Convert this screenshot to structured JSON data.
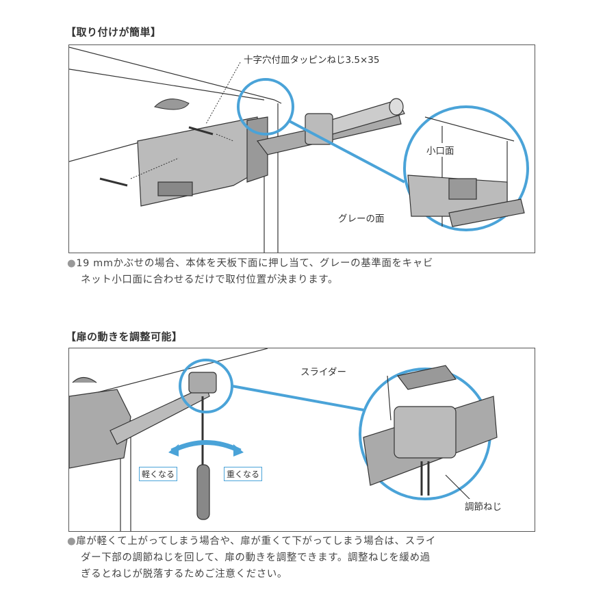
{
  "section1": {
    "heading": "【取り付けが簡単】",
    "labels": {
      "screw": "十字穴付皿タッピンねじ3.5×35",
      "edge_face": "小口面",
      "gray_face": "グレーの面"
    },
    "note_line1": "19 mmかぶせの場合、本体を天板下面に押し当て、グレーの基準面をキャビ",
    "note_line2": "ネット小口面に合わせるだけで取付位置が決まります。"
  },
  "section2": {
    "heading": "【扉の動きを調整可能】",
    "labels": {
      "slider": "スライダー",
      "lighter": "軽くなる",
      "heavier": "重くなる",
      "adjust_screw": "調節ねじ"
    },
    "note_line1": "扉が軽くて上がってしまう場合や、扉が重くて下がってしまう場合は、スライ",
    "note_line2": "ダー下部の調節ねじを回して、扉の動きを調整できます。調整ねじを緩め過",
    "note_line3": "ぎるとねじが脱落するためご注意ください。"
  },
  "colors": {
    "accent": "#4aa3d8",
    "bullet": "#999999",
    "text": "#333333"
  }
}
